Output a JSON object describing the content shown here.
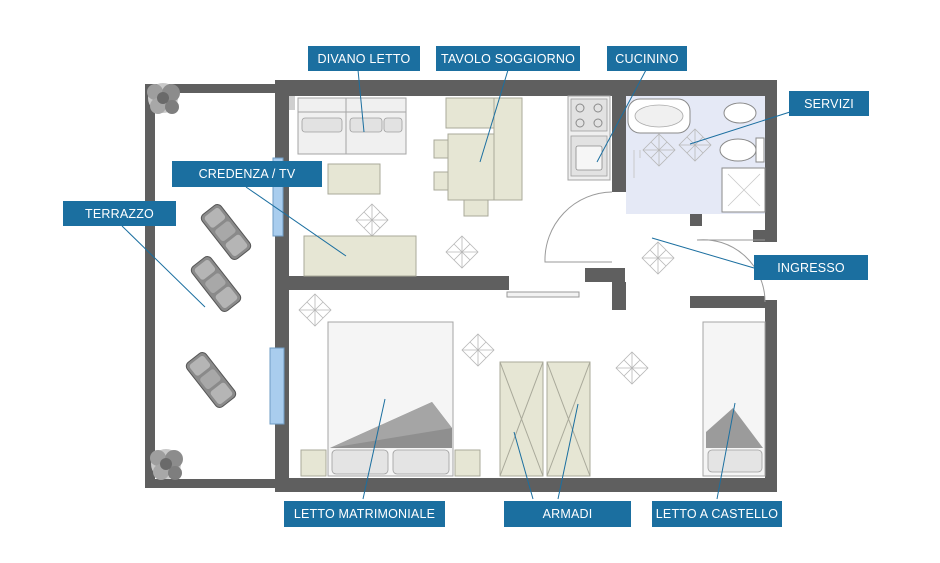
{
  "colors": {
    "wall": "#5f5f5f",
    "label_bg": "#1b6fa0",
    "label_text": "#ffffff",
    "furniture_fill": "#e6e6d4",
    "furniture_stroke": "#a9a99a",
    "bathroom_floor": "#e5e9f6",
    "window": "#a9cdee",
    "leader_line": "#1b6fa0"
  },
  "labels": {
    "divano_letto": "DIVANO LETTO",
    "tavolo_soggiorno": "TAVOLO SOGGIORNO",
    "cucinino": "CUCININO",
    "servizi": "SERVIZI",
    "credenza_tv": "CREDENZA / TV",
    "terrazzo": "TERRAZZO",
    "ingresso": "INGRESSO",
    "letto_matrimoniale": "LETTO MATRIMONIALE",
    "armadi": "ARMADI",
    "letto_a_castello": "LETTO A CASTELLO"
  },
  "icons": [
    "plant-icon",
    "lounge-chair-icon",
    "floor-tile-pattern-icon",
    "sink-icon",
    "stove-icon",
    "bathtub-icon",
    "toilet-icon",
    "shower-icon"
  ]
}
